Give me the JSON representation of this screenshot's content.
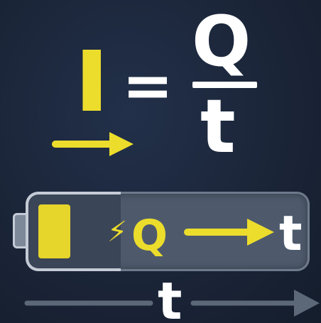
{
  "formula": {
    "lhs": "I",
    "equals": "=",
    "numerator": "Q",
    "denominator": "t"
  },
  "battery": {
    "charge_icon": "⚡",
    "charge_label": "Q",
    "time_label": "t",
    "charge_level": 0.12
  },
  "timeline": {
    "label": "t"
  },
  "colors": {
    "accent_yellow": "#ecdd2c",
    "background": "#1b2538",
    "text_white": "#ffffff",
    "battery_gray": "#4e5a6c",
    "timeline_gray": "#5c6878"
  },
  "icons": {
    "current_arrow": "right-arrow-icon",
    "battery": "battery-icon",
    "lightning": "lightning-bolt-icon",
    "flow_arrow": "right-arrow-icon",
    "timeline_arrow": "right-arrow-icon"
  }
}
